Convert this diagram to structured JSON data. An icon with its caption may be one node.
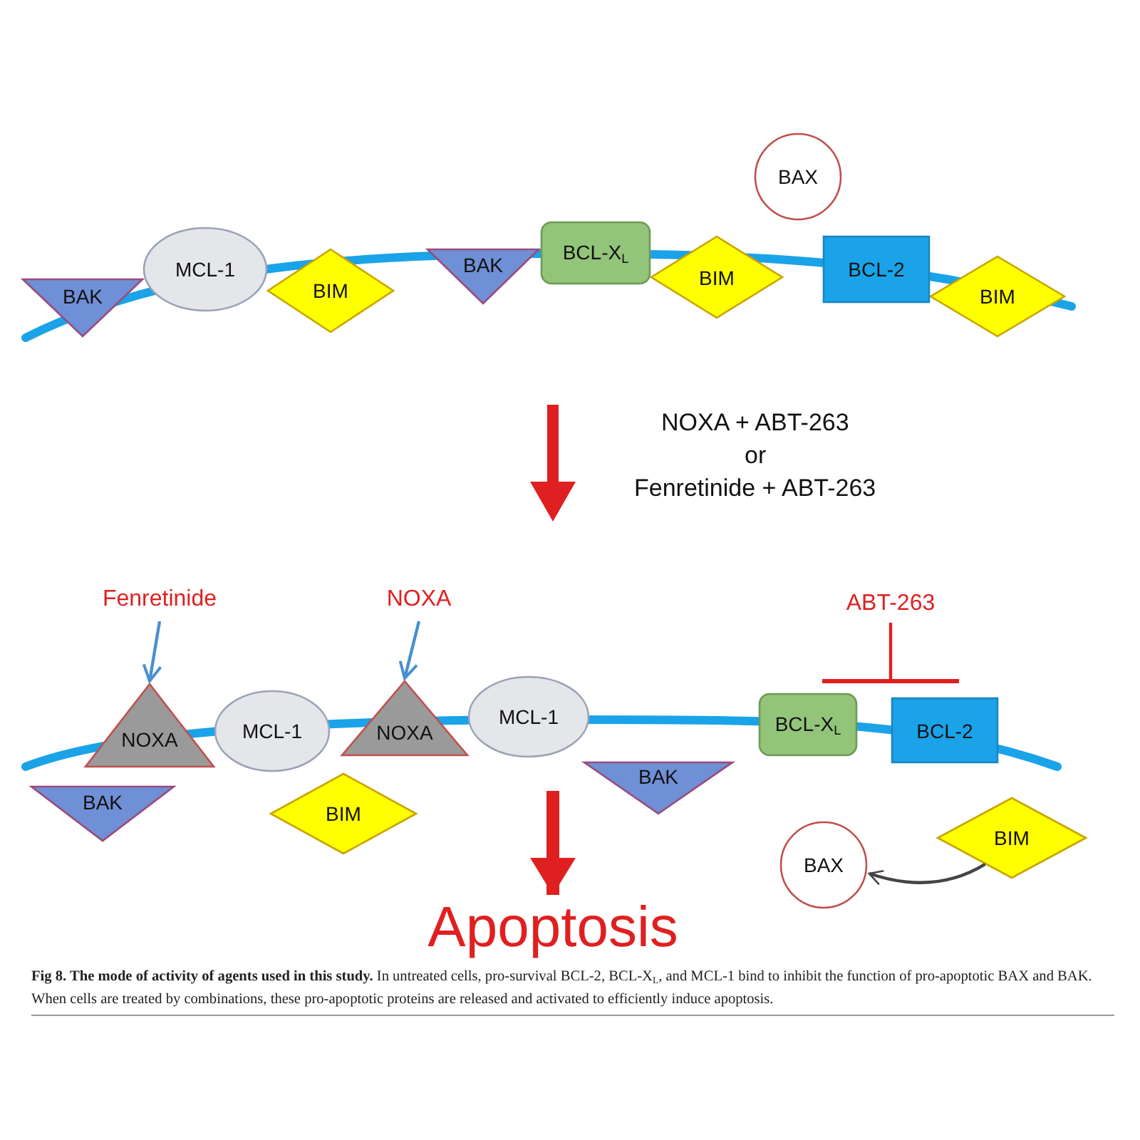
{
  "diagram": {
    "caption": "**Fig 8. The mode of activity of agents used in this study.** In untreated cells, pro-survival BCL-2, BCL-X$_{L}$, and MCL-1 bind to inhibit the function of pro-apoptotic BAX and BAK. When cells are treated by combinations, these pro-apoptotic proteins are released and activated to efficiently induce apoptosis.",
    "nodes": [
      {
        "text": [
          "BAX"
        ]
      },
      {
        "text": [
          "BAK"
        ]
      },
      {
        "text": [
          "MCL-1"
        ]
      },
      {
        "text": [
          "BIM"
        ]
      },
      {
        "text": [
          "BAK"
        ]
      },
      {
        "text": [
          "BCL-X$_{L}$"
        ]
      },
      {
        "text": [
          "BIM"
        ]
      },
      {
        "text": [
          "BCL-2"
        ]
      },
      {
        "text": [
          "BIM"
        ]
      },
      {
        "text": [
          "Fenretinide"
        ]
      },
      {
        "text": [
          "NOXA"
        ]
      },
      {
        "text": [
          "ABT-263"
        ]
      },
      {
        "text": [
          "NOXA"
        ]
      },
      {
        "text": [
          "MCL-1"
        ]
      },
      {
        "text": [
          "NOXA"
        ]
      },
      {
        "text": [
          "MCL-1"
        ]
      },
      {
        "text": [
          "BCL-X$_{L}$"
        ]
      },
      {
        "text": [
          "BCL-2"
        ]
      },
      {
        "text": [
          "BAK"
        ]
      },
      {
        "text": [
          "BIM"
        ]
      },
      {
        "text": [
          "BAK"
        ]
      },
      {
        "text": [
          "BAX"
        ]
      },
      {
        "text": [
          "BIM"
        ]
      },
      {
        "text": [
          "Apoptosis"
        ]
      }
    ],
    "edges": [
      {
        "from": 9,
        "to": 12,
        "arrow": "to"
      },
      {
        "from": 10,
        "to": 14,
        "arrow": "to"
      },
      {
        "from": 11,
        "to": 17,
        "arrow": "other",
        "color": "#e02020"
      },
      {
        "from": null,
        "to": 23,
        "arrow": "to",
        "style": "thick",
        "color": "#e02020"
      },
      {
        "from": 22,
        "to": 21,
        "arrow": "to",
        "color": "#444444"
      }
    ],
    "labels": [
      "NOXA + ABT-263",
      "or",
      "Fenretinide + ABT-263"
    ]
  }
}
